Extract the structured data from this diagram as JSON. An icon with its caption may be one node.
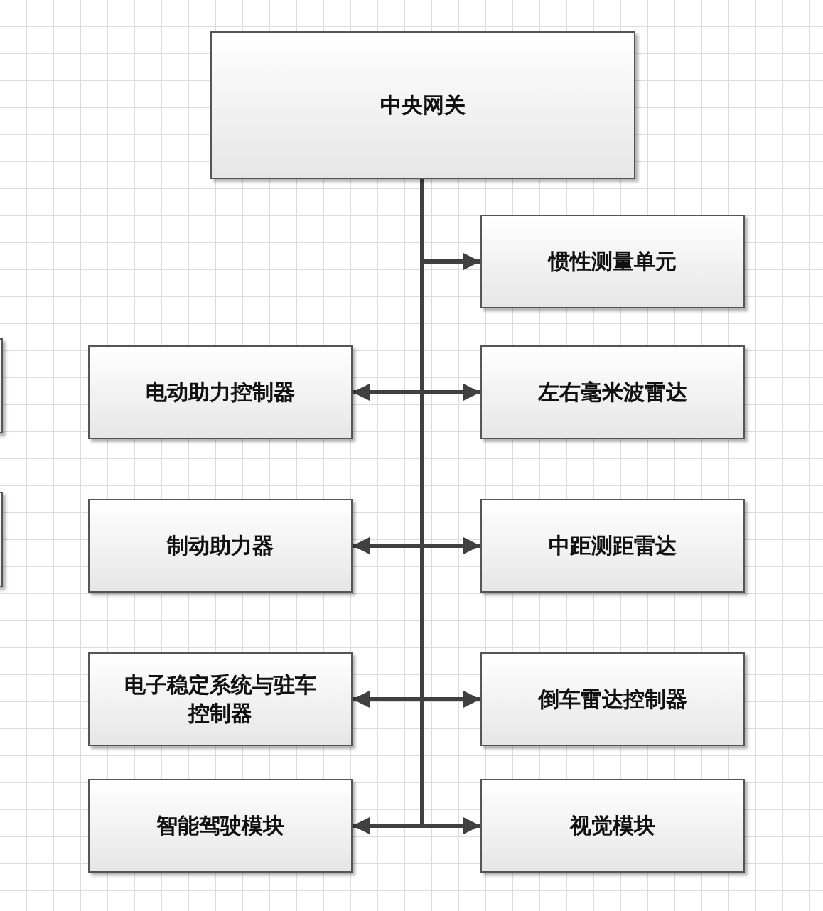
{
  "diagram": {
    "nodes": [
      {
        "text": [
          "中央网关"
        ]
      },
      {
        "text": [
          "惯性测量单元"
        ]
      },
      {
        "text": [],
        "shape": "box"
      },
      {
        "text": [
          "电动助力控制器"
        ]
      },
      {
        "text": [
          "左右毫米波雷达"
        ]
      },
      {
        "text": [],
        "shape": "box"
      },
      {
        "text": [
          "制动助力器"
        ]
      },
      {
        "text": [
          "中距测距雷达"
        ]
      },
      {
        "text": [
          "电子稳定系统与驻车控制器"
        ]
      },
      {
        "text": [
          "倒车雷达控制器"
        ]
      },
      {
        "text": [
          "智能驾驶模块"
        ]
      },
      {
        "text": [
          "视觉模块"
        ]
      }
    ],
    "edges": [
      {
        "from": 0,
        "to": 1,
        "arrow": "to"
      },
      {
        "from": 0,
        "to": 3,
        "arrow": "to"
      },
      {
        "from": 0,
        "to": 4,
        "arrow": "to"
      },
      {
        "from": 0,
        "to": 6,
        "arrow": "to"
      },
      {
        "from": 0,
        "to": 7,
        "arrow": "to"
      },
      {
        "from": 0,
        "to": 8,
        "arrow": "to"
      },
      {
        "from": 0,
        "to": 9,
        "arrow": "to"
      },
      {
        "from": 0,
        "to": 10,
        "arrow": "to"
      },
      {
        "from": 0,
        "to": 11,
        "arrow": "to"
      }
    ]
  }
}
